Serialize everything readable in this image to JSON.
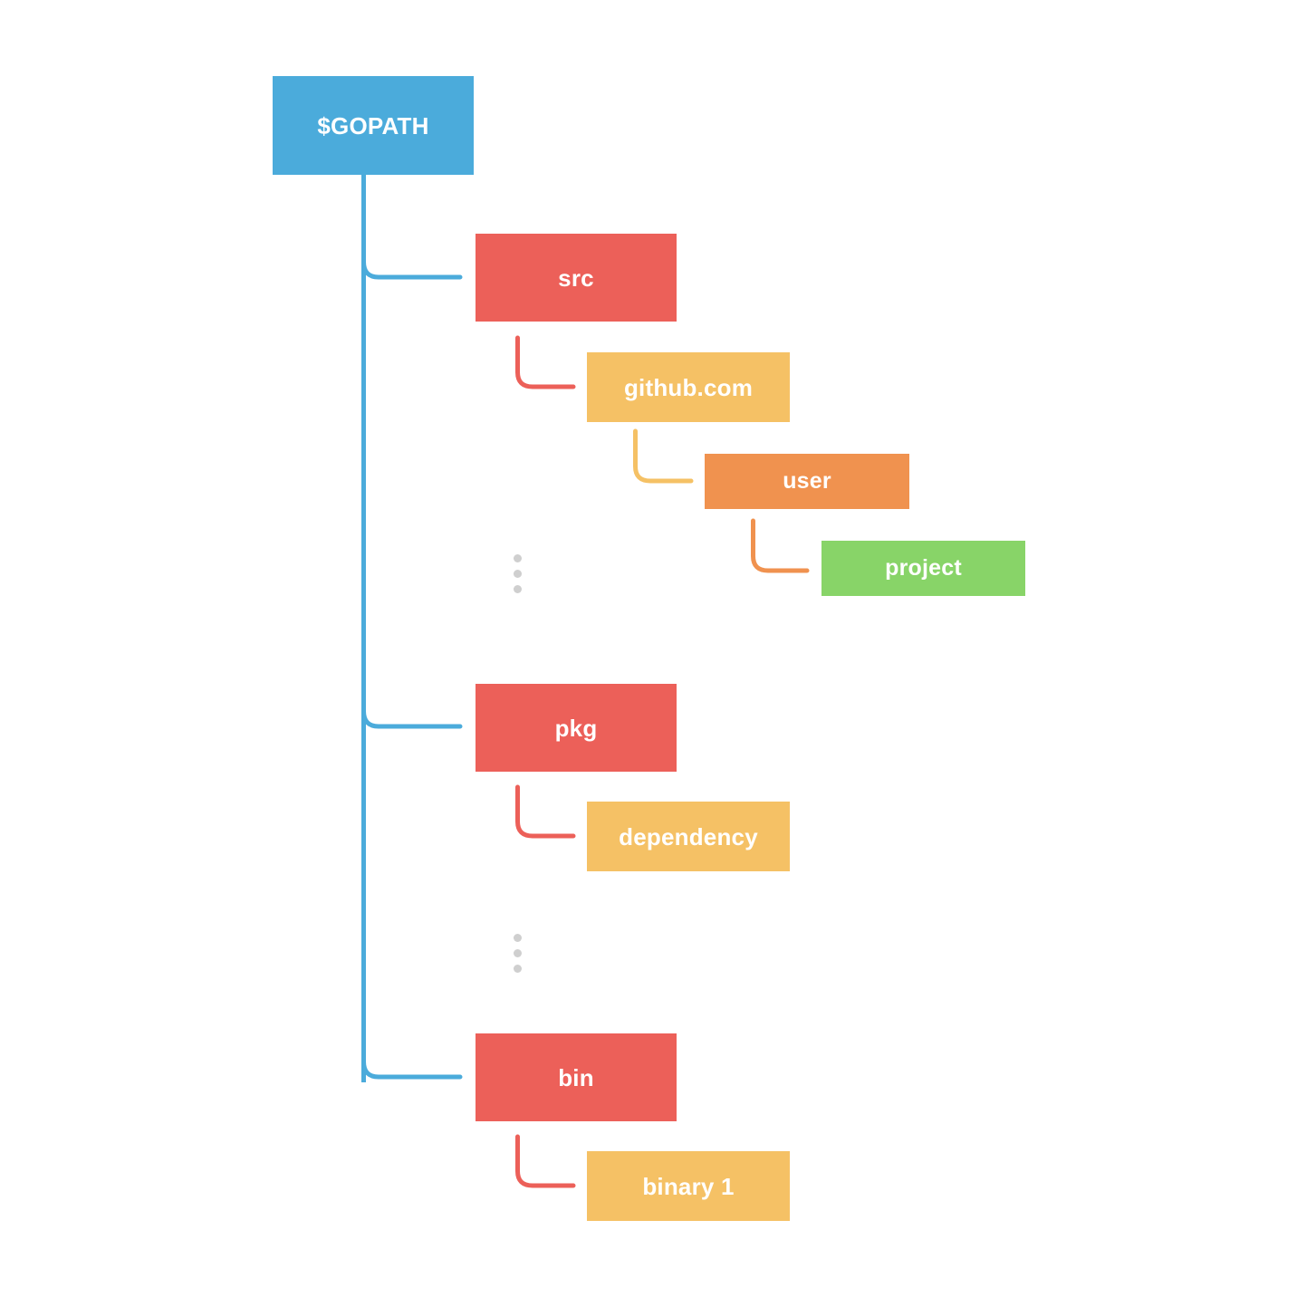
{
  "diagram": {
    "title": "GOPATH directory structure tree",
    "background": "#ffffff",
    "palette": {
      "blue": "#4BABDB",
      "red": "#EC6059",
      "amber": "#F5C165",
      "orange": "#F0924F",
      "green": "#88D468",
      "dot_gray": "#CFCFCF",
      "label_text": "#FFFFFF"
    },
    "nodes": [
      {
        "id": "gopath",
        "label": "$GOPATH",
        "color": "#4BABDB",
        "level": 0
      },
      {
        "id": "src",
        "label": "src",
        "color": "#EC6059",
        "level": 1
      },
      {
        "id": "github",
        "label": "github.com",
        "color": "#F5C165",
        "level": 2
      },
      {
        "id": "user",
        "label": "user",
        "color": "#F0924F",
        "level": 3
      },
      {
        "id": "project",
        "label": "project",
        "color": "#88D468",
        "level": 4
      },
      {
        "id": "pkg",
        "label": "pkg",
        "color": "#EC6059",
        "level": 1
      },
      {
        "id": "dependency",
        "label": "dependency",
        "color": "#F5C165",
        "level": 2
      },
      {
        "id": "bin",
        "label": "bin",
        "color": "#EC6059",
        "level": 1
      },
      {
        "id": "binary1",
        "label": "binary 1",
        "color": "#F5C165",
        "level": 2
      }
    ],
    "ellipses": [
      {
        "id": "ellipsis-src-pkg",
        "dots": 3
      },
      {
        "id": "ellipsis-pkg-bin",
        "dots": 3
      }
    ]
  }
}
